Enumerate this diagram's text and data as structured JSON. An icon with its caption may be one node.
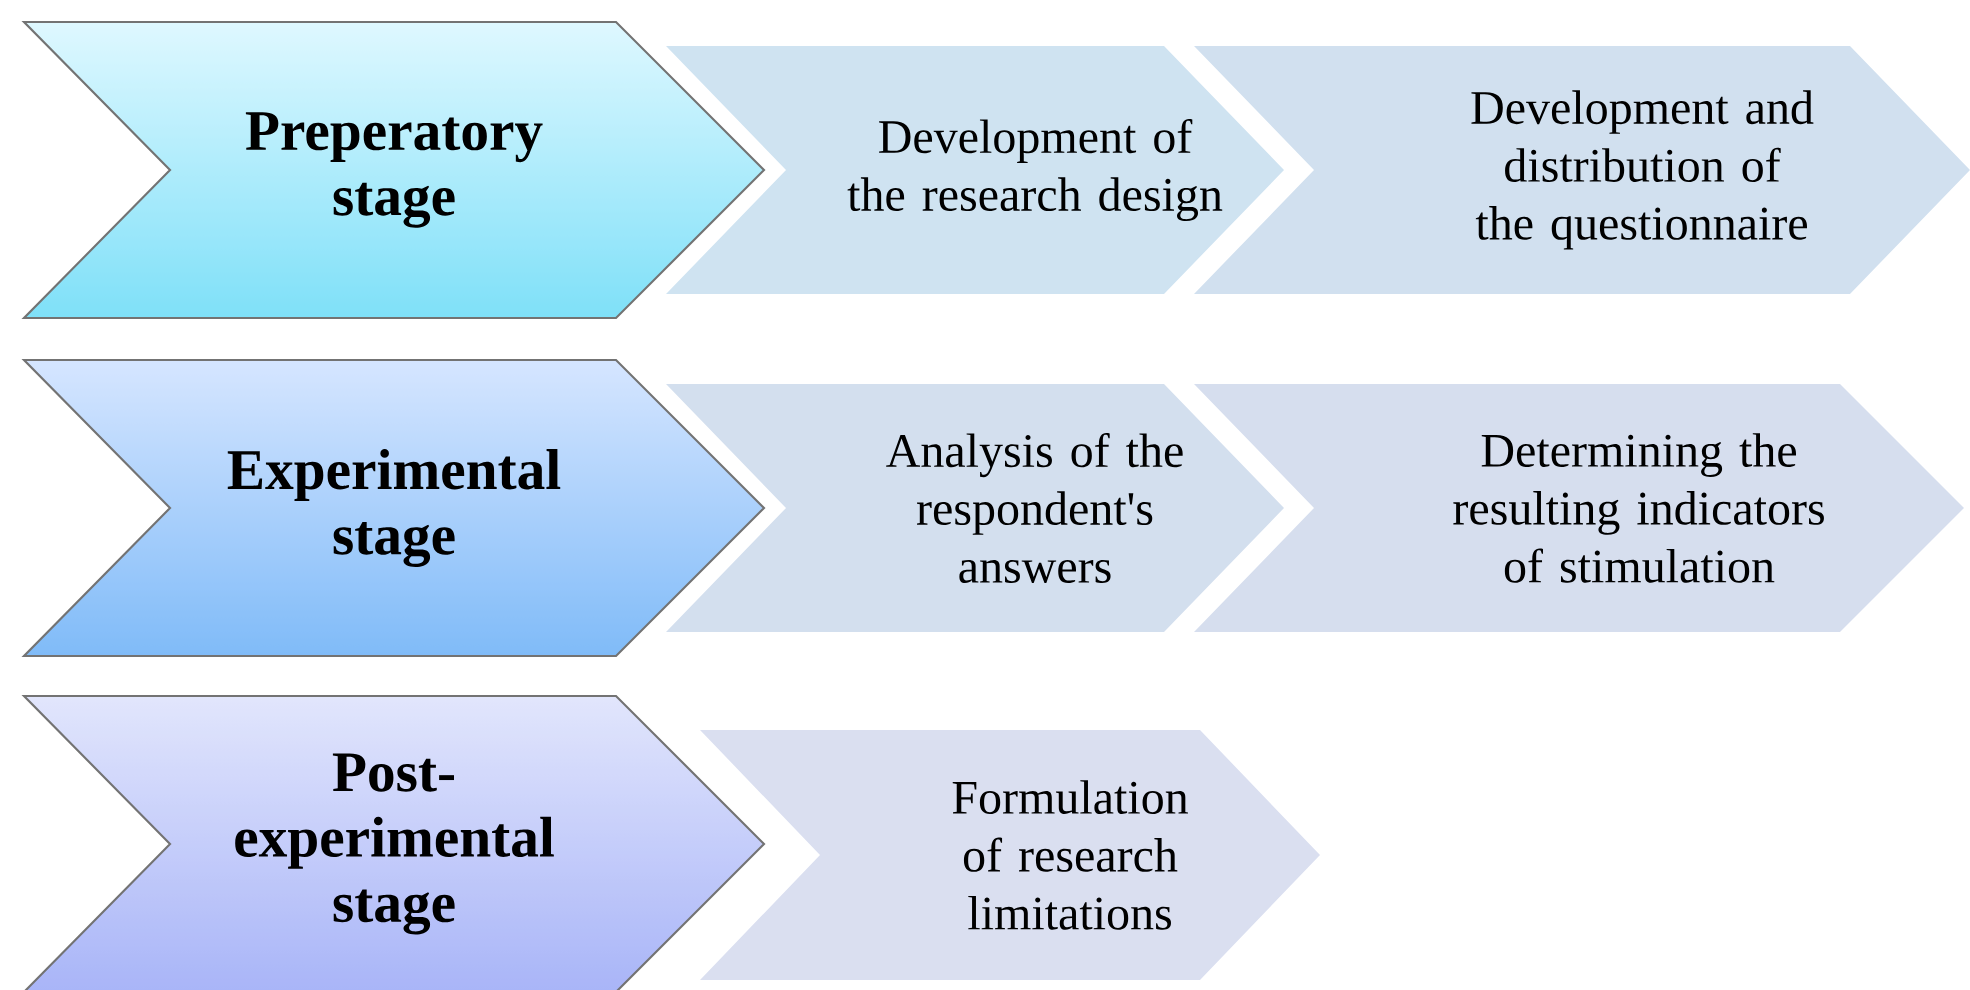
{
  "diagram": {
    "nodes": [
      {
        "text": [
          "Preperatory stage"
        ]
      },
      {
        "text": [
          "Development of the research design"
        ]
      },
      {
        "text": [
          "Development and distribution of the questionnaire"
        ]
      },
      {
        "text": [
          "Experimental stage"
        ]
      },
      {
        "text": [
          "Analysis of the respondent's answers"
        ]
      },
      {
        "text": [
          "Determining the resulting indicators of stimulation"
        ]
      },
      {
        "text": [
          "Post-experimental stage"
        ]
      },
      {
        "text": [
          "Formulation of research limitations"
        ]
      }
    ]
  }
}
